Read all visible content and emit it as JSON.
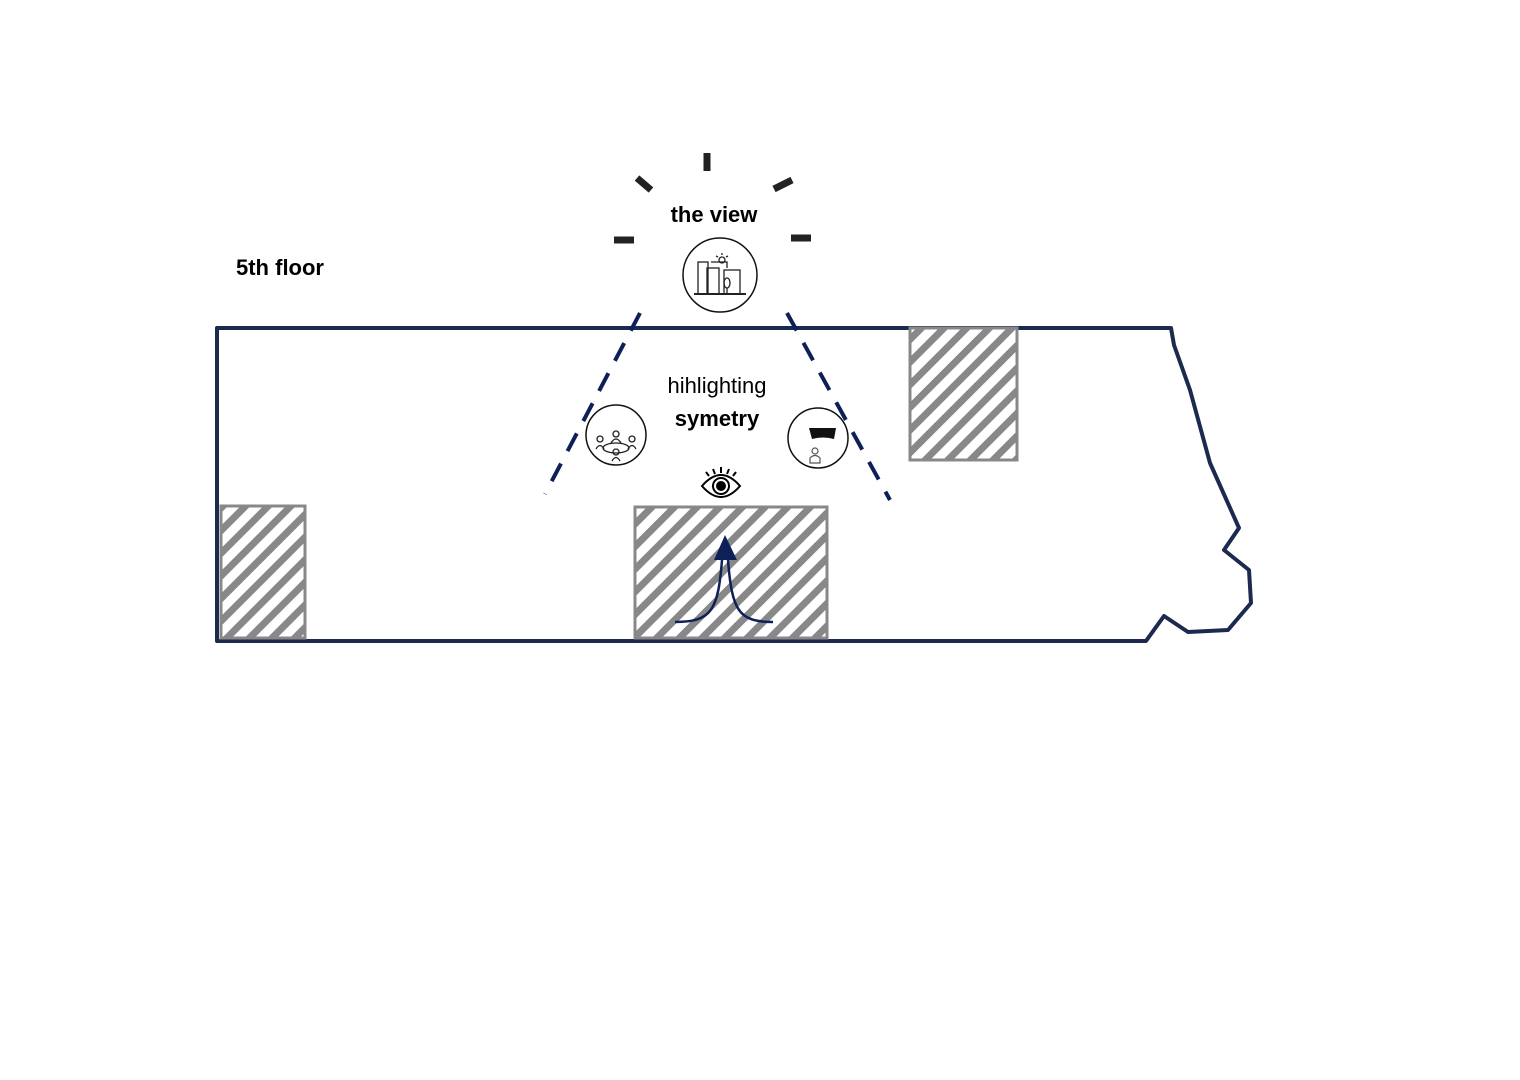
{
  "labels": {
    "floor": "5th floor",
    "view": "the view",
    "highlight_line1": "hihlighting",
    "highlight_line2": "symetry"
  },
  "icons": [
    "city-view-icon",
    "meeting-table-icon",
    "presentation-icon",
    "eye-icon",
    "sun-rays-icon",
    "circulation-arrow-icon"
  ],
  "colors": {
    "outline": "#1b2a4e",
    "dashed": "#0d2057",
    "hatch": "#888888",
    "rays": "#222222",
    "text": "#000000"
  }
}
